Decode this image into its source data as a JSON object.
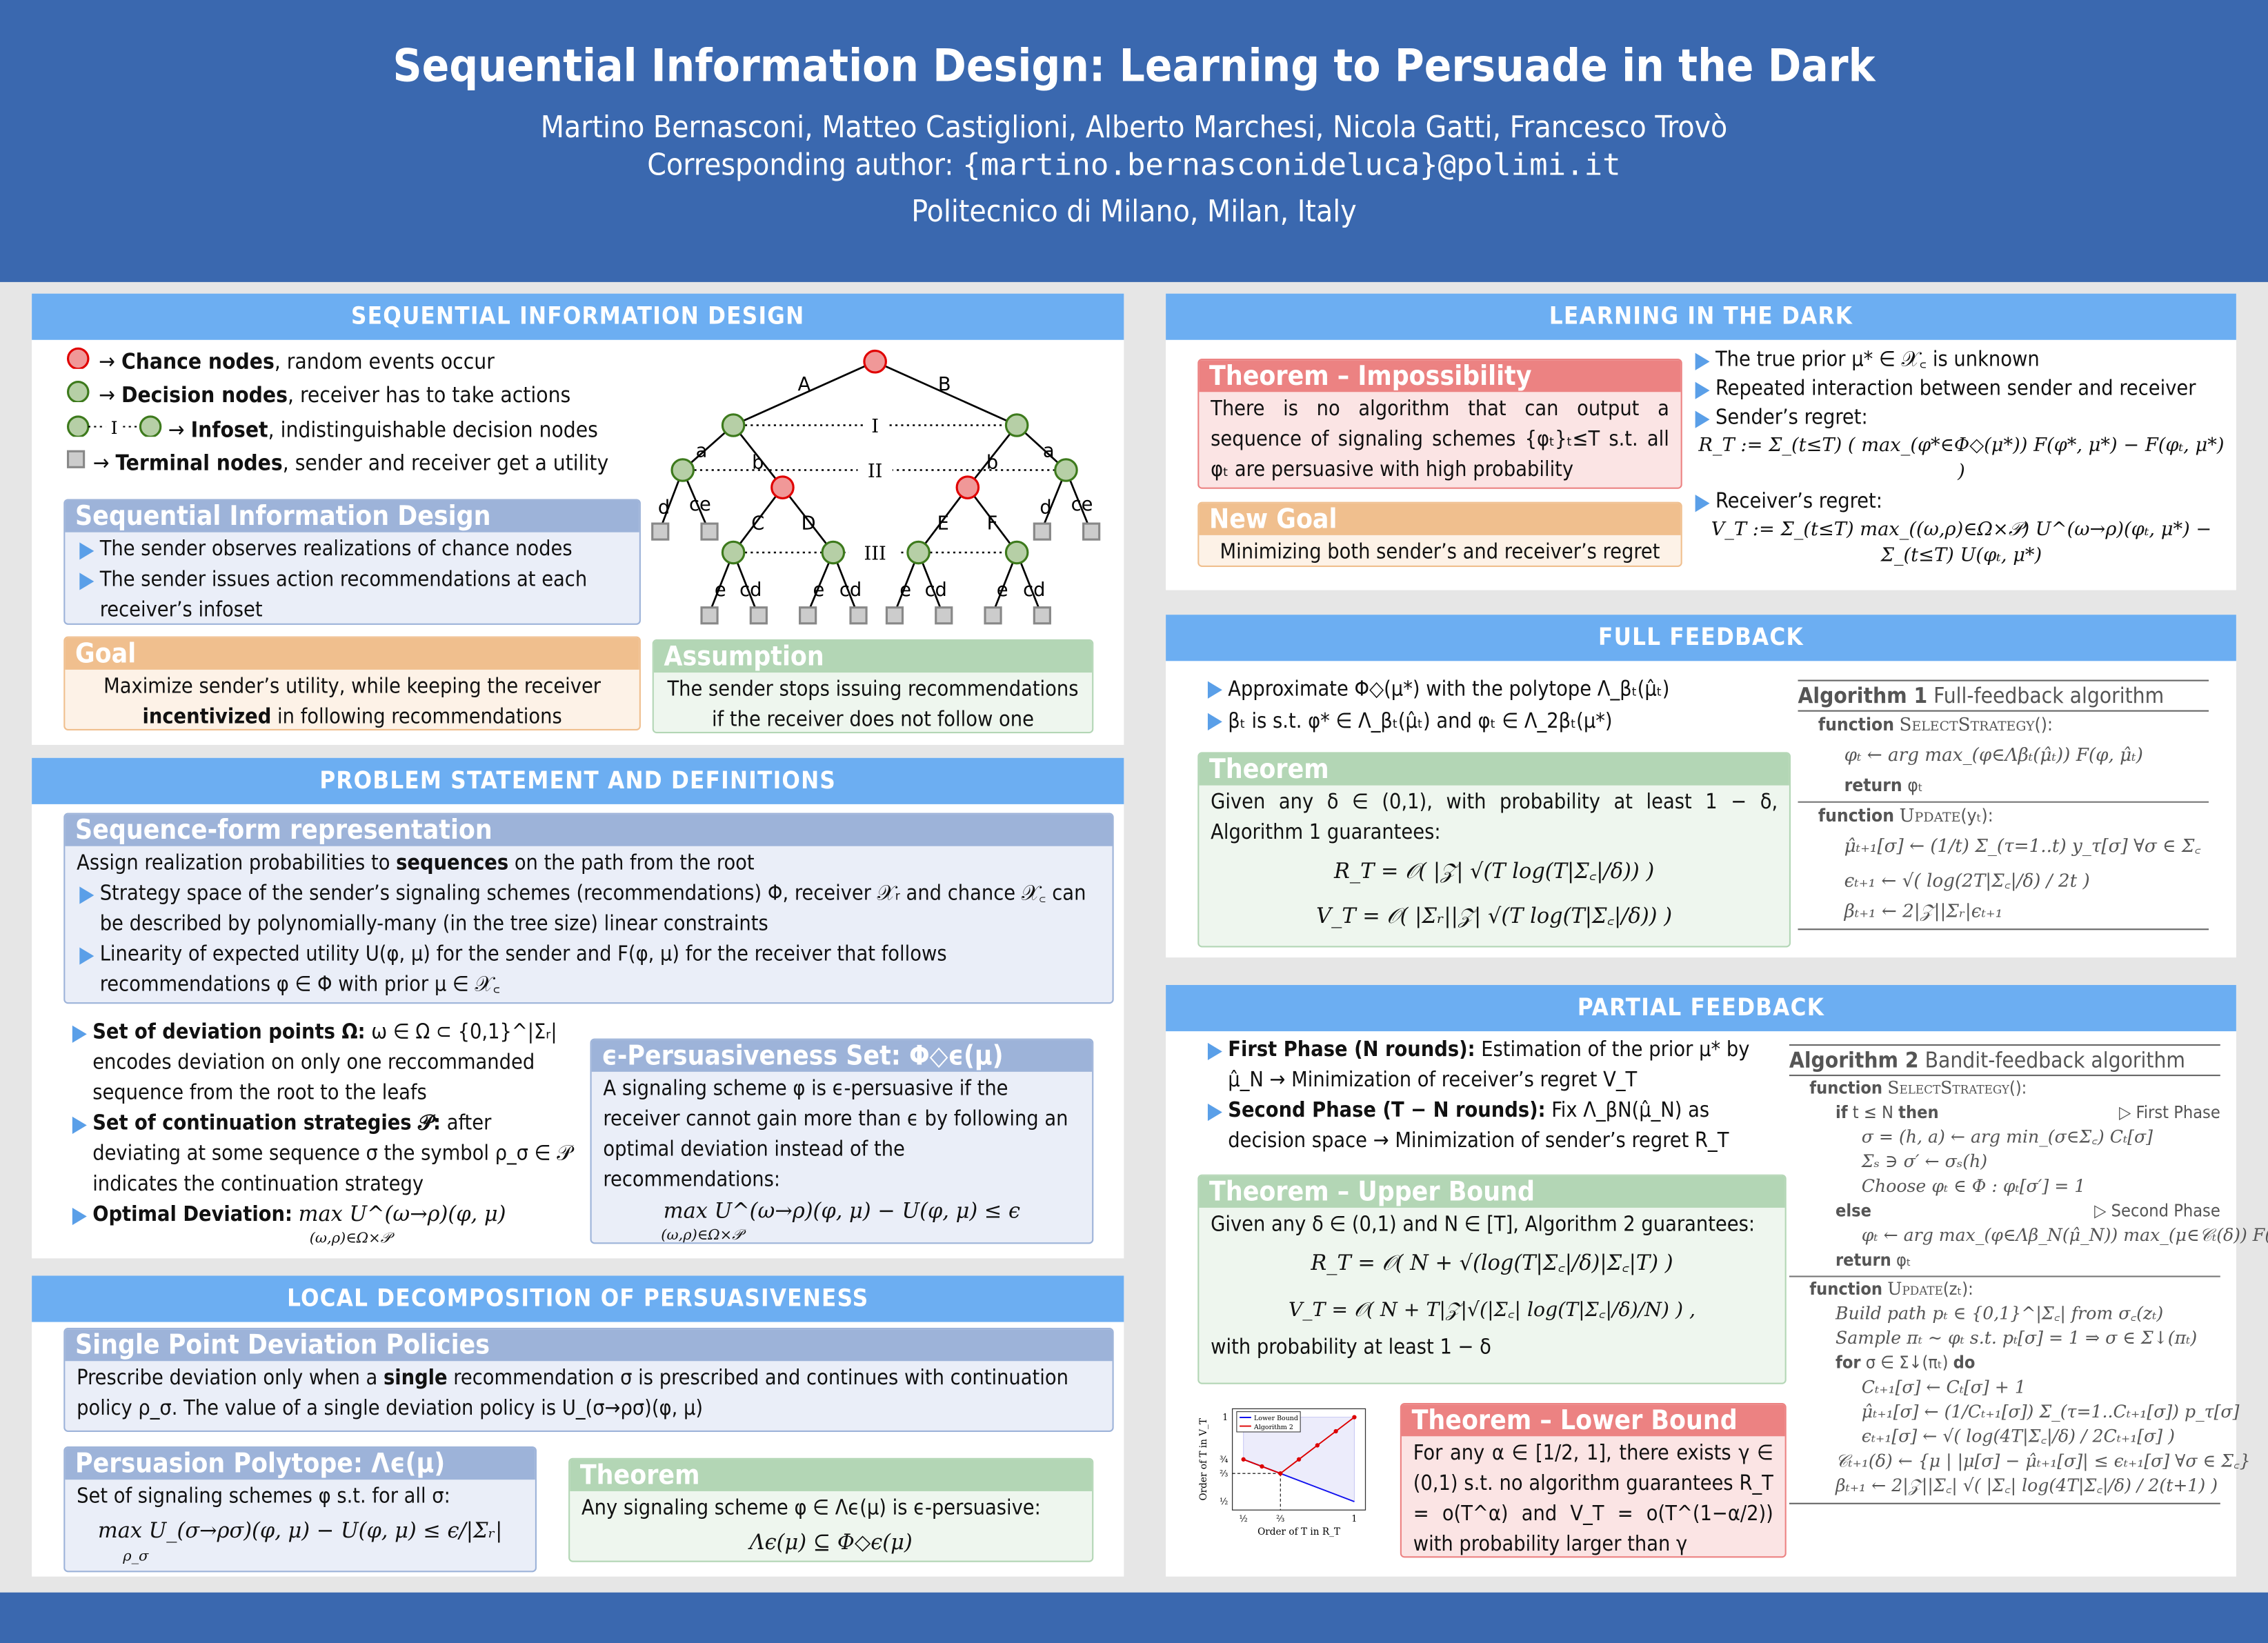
{
  "header": {
    "title": "Sequential Information Design: Learning to Persuade in the Dark",
    "authors": "Martino Bernasconi, Matteo Castiglioni, Alberto Marchesi, Nicola Gatti, Francesco Trovò",
    "corresponding_label": "Corresponding author:",
    "corresponding_email": "{martino.bernasconideluca}@polimi.it",
    "affiliation": "Politecnico di Milano, Milan, Italy"
  },
  "colors": {
    "header": "#3a68af",
    "section_bar": "#6caef2",
    "block_blue": "#9db3d9",
    "block_orange": "#f0bf8e",
    "block_green": "#b3d6b5",
    "block_red": "#ec8282",
    "chance_node": "#f09898",
    "decision_node": "#b6cfa6",
    "terminal_node": "#cccccc"
  },
  "sid": {
    "title": "SEQUENTIAL INFORMATION DESIGN",
    "legend": [
      {
        "icon": "chance-node",
        "bold": "Chance nodes",
        "rest": ", random events occur"
      },
      {
        "icon": "decision-node",
        "bold": "Decision nodes",
        "rest": ", receiver has to take actions"
      },
      {
        "icon": "infoset",
        "infoset_label": "I",
        "bold": "Infoset",
        "rest": ", indistinguishable decision nodes"
      },
      {
        "icon": "terminal-node",
        "bold": "Terminal nodes",
        "rest": ", sender and receiver get a utility"
      }
    ],
    "arrow": "→",
    "block": {
      "title": "Sequential Information Design",
      "items": [
        "The sender observes realizations of chance nodes",
        "The sender issues action recommendations at each receiver’s infoset"
      ]
    },
    "goal": {
      "title": "Goal",
      "line1": "Maximize sender’s utility, while keeping the receiver",
      "bold": "incentivized",
      "line2": " in following recommendations"
    },
    "assumption": {
      "title": "Assumption",
      "text": "The sender stops issuing recommendations if the receiver does not follow one"
    },
    "tree": {
      "edges_top": [
        "A",
        "B"
      ],
      "infosets": [
        "I",
        "II",
        "III"
      ],
      "actions": [
        "a",
        "b",
        "b",
        "a",
        "d",
        "ce",
        "d",
        "ce",
        "C",
        "D",
        "E",
        "F",
        "e",
        "cd",
        "e",
        "cd",
        "e",
        "cd",
        "e",
        "cd"
      ]
    }
  },
  "problem": {
    "title": "PROBLEM STATEMENT AND DEFINITIONS",
    "seqform": {
      "title": "Sequence-form representation",
      "intro_a": "Assign realization probabilities to ",
      "intro_bold": "sequences",
      "intro_b": " on the path from the root",
      "item1": "Strategy space of the sender’s signaling schemes (recommendations) Φ, receiver 𝒳ᵣ and chance 𝒳꜀ can be described by polynomially-many (in the tree size) linear constraints",
      "item2": "Linearity of expected utility U(φ, μ) for the sender and F(φ, μ) for the receiver that follows recommendations φ ∈ Φ with prior μ ∈ 𝒳꜀"
    },
    "dev_points": {
      "bold": "Set of deviation points Ω:",
      "rest": " ω ∈ Ω ⊂ {0,1}^|Σᵣ| encodes deviation on only one reccommanded sequence from the root to the leafs"
    },
    "cont": {
      "bold": "Set of continuation strategies 𝒫:",
      "rest": " after deviating at some sequence σ the symbol ρ_σ ∈ 𝒫 indicates the continuation strategy"
    },
    "optdev": {
      "bold": "Optimal Deviation:",
      "formula": "max U^(ω→ρ)(φ, μ)",
      "sub": "(ω,ρ)∈Ω×𝒫"
    },
    "eps": {
      "title": "ϵ-Persuasiveness Set: Φ◇ϵ(μ)",
      "text": "A signaling scheme φ is ϵ-persuasive if the receiver cannot gain more than ϵ by following an optimal deviation instead of the recommendations:",
      "formula": "max U^(ω→ρ)(φ, μ) − U(φ, μ) ≤ ϵ",
      "sub": "(ω,ρ)∈Ω×𝒫"
    }
  },
  "local": {
    "title": "LOCAL DECOMPOSITION OF PERSUASIVENESS",
    "spd": {
      "title": "Single Point Deviation Policies",
      "a": "Prescribe deviation only when a ",
      "bold": "single",
      "b": " recommendation σ is prescribed and continues with continuation policy ρ_σ. The value of a single deviation policy is U_(σ→ρσ)(φ, μ)"
    },
    "poly": {
      "title": "Persuasion Polytope: Λϵ(μ)",
      "text": "Set of signaling schemes φ s.t. for all σ:",
      "formula": "max U_(σ→ρσ)(φ, μ) − U(φ, μ) ≤ ϵ/|Σᵣ|",
      "sub": "ρ_σ"
    },
    "theorem": {
      "title": "Theorem",
      "text": "Any signaling scheme φ ∈ Λϵ(μ) is ϵ-persuasive:",
      "formula": "Λϵ(μ) ⊆ Φ◇ϵ(μ)"
    }
  },
  "dark": {
    "title": "LEARNING IN THE DARK",
    "impossibility": {
      "title": "Theorem – Impossibility",
      "text": "There is no algorithm that can output a sequence of signaling schemes {φₜ}ₜ≤T s.t. all φₜ are persuasive with high probability"
    },
    "newgoal": {
      "title": "New Goal",
      "text": "Minimizing both sender’s and receiver’s regret"
    },
    "items": [
      "The true prior μ* ∈ 𝒳꜀ is unknown",
      "Repeated interaction between sender and receiver",
      "Sender’s regret:",
      "Receiver’s regret:"
    ],
    "sender_formula": "R_T := Σ_(t≤T) ( max_(φ*∈Φ◇(μ*)) F(φ*, μ*) − F(φₜ, μ*) )",
    "receiver_formula": "V_T := Σ_(t≤T) max_((ω,ρ)∈Ω×𝒫) U^(ω→ρ)(φₜ, μ*) − Σ_(t≤T) U(φₜ, μ*)"
  },
  "full": {
    "title": "FULL FEEDBACK",
    "items": [
      "Approximate Φ◇(μ*) with the polytope Λ_βₜ(μ̂ₜ)",
      "βₜ is s.t. φ* ∈ Λ_βₜ(μ̂ₜ) and φₜ ∈ Λ_2βₜ(μ*)"
    ],
    "theorem": {
      "title": "Theorem",
      "text": "Given any δ ∈ (0,1), with probability at least 1 − δ, Algorithm 1 guarantees:",
      "f1": "R_T = 𝒪( |𝒵| √(T log(T|Σ꜀|/δ)) )",
      "f2": "V_T = 𝒪( |Σᵣ||𝒵| √(T log(T|Σ꜀|/δ)) )"
    },
    "algorithm": {
      "label": "Algorithm 1",
      "name": "Full-feedback algorithm",
      "lines": [
        {
          "kw": "function",
          "sc": "SelectStrategy",
          "rest": "():"
        },
        {
          "rest": "φₜ ← arg max_(φ∈Λβₜ(μ̂ₜ)) F(φ, μ̂ₜ)"
        },
        {
          "kw": "return",
          "rest": " φₜ"
        },
        {
          "kw": "function",
          "sc": "Update",
          "rest": "(yₜ):"
        },
        {
          "rest": "μ̂ₜ₊₁[σ] ← (1/t) Σ_(τ=1..t) y_τ[σ] ∀σ ∈ Σ꜀"
        },
        {
          "rest": "ϵₜ₊₁ ← √( log(2T|Σ꜀|/δ) / 2t )"
        },
        {
          "rest": "βₜ₊₁ ← 2|𝒵||Σᵣ|ϵₜ₊₁"
        }
      ]
    }
  },
  "partial": {
    "title": "PARTIAL FEEDBACK",
    "item1_bold": "First Phase (N rounds):",
    "item1_rest": " Estimation of the prior μ* by μ̂_N → Minimization of receiver’s regret V_T",
    "item2_bold": "Second Phase (T − N rounds):",
    "item2_rest": " Fix Λ_βN(μ̂_N) as decision space → Minimization of sender’s regret R_T",
    "upper": {
      "title": "Theorem – Upper Bound",
      "text": "Given any δ ∈ (0,1) and N ∈ [T], Algorithm 2 guarantees:",
      "f1": "R_T = 𝒪( N + √(log(T|Σ꜀|/δ)|Σ꜀|T) )",
      "f2": "V_T = 𝒪( N + T|𝒵|√(|Σ꜀| log(T|Σ꜀|/δ)/N) ) ,",
      "tail": "with probability at least 1 − δ"
    },
    "lower": {
      "title": "Theorem – Lower Bound",
      "text": "For any α ∈ [1/2, 1], there exists γ ∈ (0,1) s.t. no algorithm guarantees R_T = o(T^α) and V_T = o(T^(1−α/2)) with probability larger than γ"
    },
    "algorithm": {
      "label": "Algorithm 2",
      "name": "Bandit-feedback algorithm",
      "lines": [
        {
          "ind": 0,
          "kw": "function",
          "sc": "SelectStrategy",
          "rest": "():"
        },
        {
          "ind": 1,
          "kw": "if",
          "rest": " t ≤ N ",
          "kw2": "then",
          "comment": "▷ First Phase"
        },
        {
          "ind": 2,
          "rest": "σ = (h, a) ← arg min_(σ∈Σ꜀) Cₜ[σ]"
        },
        {
          "ind": 2,
          "rest": "Σₛ ∋ σ′ ← σₛ(h)"
        },
        {
          "ind": 2,
          "rest": "Choose φₜ ∈ Φ : φₜ[σ′] = 1"
        },
        {
          "ind": 1,
          "kw": "else",
          "comment": "▷ Second Phase"
        },
        {
          "ind": 2,
          "rest": "φₜ ← arg max_(φ∈Λβ_N(μ̂_N)) max_(μ∈𝒞ₜ(δ)) F(φ, μ)"
        },
        {
          "ind": 1,
          "kw": "return",
          "rest": " φₜ"
        },
        {
          "ind": 0,
          "kw": "function",
          "sc": "Update",
          "rest": "(zₜ):",
          "sep": true
        },
        {
          "ind": 1,
          "rest": "Build path pₜ ∈ {0,1}^|Σ꜀| from σ꜀(zₜ)"
        },
        {
          "ind": 1,
          "rest": "Sample πₜ ∼ φₜ s.t. pₜ[σ] = 1 ⇒ σ ∈ Σ↓(πₜ)"
        },
        {
          "ind": 1,
          "kw": "for",
          "rest": " σ ∈ Σ↓(πₜ) ",
          "kw2": "do"
        },
        {
          "ind": 2,
          "rest": "Cₜ₊₁[σ] ← Cₜ[σ] + 1"
        },
        {
          "ind": 2,
          "rest": "μ̂ₜ₊₁[σ] ← (1/Cₜ₊₁[σ]) Σ_(τ=1..Cₜ₊₁[σ]) p_τ[σ]"
        },
        {
          "ind": 2,
          "rest": "ϵₜ₊₁[σ] ← √( log(4T|Σ꜀|/δ) / 2Cₜ₊₁[σ] )"
        },
        {
          "ind": 1,
          "rest": "𝒞ₜ₊₁(δ) ← {μ | |μ[σ] − μ̂ₜ₊₁[σ]| ≤ ϵₜ₊₁[σ] ∀σ ∈ Σ꜀}"
        },
        {
          "ind": 1,
          "rest": "βₜ₊₁ ← 2|𝒵||Σ꜀| √( |Σ꜀| log(4T|Σ꜀|/δ) / 2(t+1) )"
        }
      ]
    }
  },
  "chart_data": {
    "type": "line",
    "xlabel": "Order of T in R_T",
    "ylabel": "Order of T in V_T",
    "xlim": [
      0.45,
      1.05
    ],
    "ylim": [
      0.45,
      1.05
    ],
    "xticks": [
      {
        "v": 0.5,
        "label": "½"
      },
      {
        "v": 0.6667,
        "label": "⅔"
      },
      {
        "v": 1,
        "label": "1"
      }
    ],
    "yticks": [
      {
        "v": 0.5,
        "label": "½"
      },
      {
        "v": 0.6667,
        "label": "⅔"
      },
      {
        "v": 0.75,
        "label": "¾"
      },
      {
        "v": 1,
        "label": "1"
      }
    ],
    "legend_position": "top-left",
    "series": [
      {
        "name": "Lower Bound",
        "color": "#1010ee",
        "x": [
          0.5,
          1
        ],
        "y": [
          0.75,
          0.5
        ]
      },
      {
        "name": "Algorithm 2",
        "color": "#dd0000",
        "markers": true,
        "x": [
          0.5,
          0.5833,
          0.6667,
          0.75,
          0.8333,
          0.9167,
          1
        ],
        "y": [
          0.75,
          0.7083,
          0.6667,
          0.75,
          0.8333,
          0.9167,
          1
        ]
      }
    ]
  }
}
